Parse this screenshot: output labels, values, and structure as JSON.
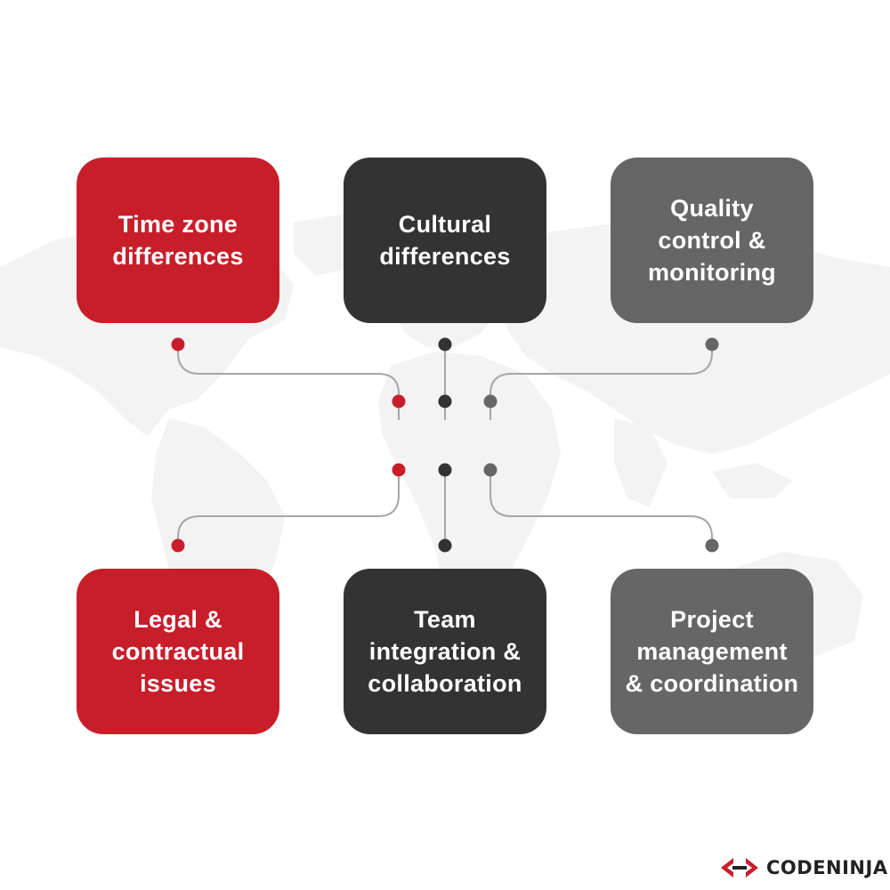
{
  "cards": [
    {
      "label": "Time zone\ndifferences",
      "color": "#c81e2a"
    },
    {
      "label": "Cultural\ndifferences",
      "color": "#333333"
    },
    {
      "label": "Quality\ncontrol &\nmonitoring",
      "color": "#666666"
    },
    {
      "label": "Legal &\ncontractual\nissues",
      "color": "#c81e2a"
    },
    {
      "label": "Team\nintegration &\ncollaboration",
      "color": "#333333"
    },
    {
      "label": "Project\nmanagement\n& coordination",
      "color": "#666666"
    }
  ],
  "brand": {
    "name": "CODENINJA",
    "accent": "#c81e2a"
  },
  "colors": {
    "connector_line": "#a6a6a6",
    "map_tint": "#f4f4f4"
  }
}
